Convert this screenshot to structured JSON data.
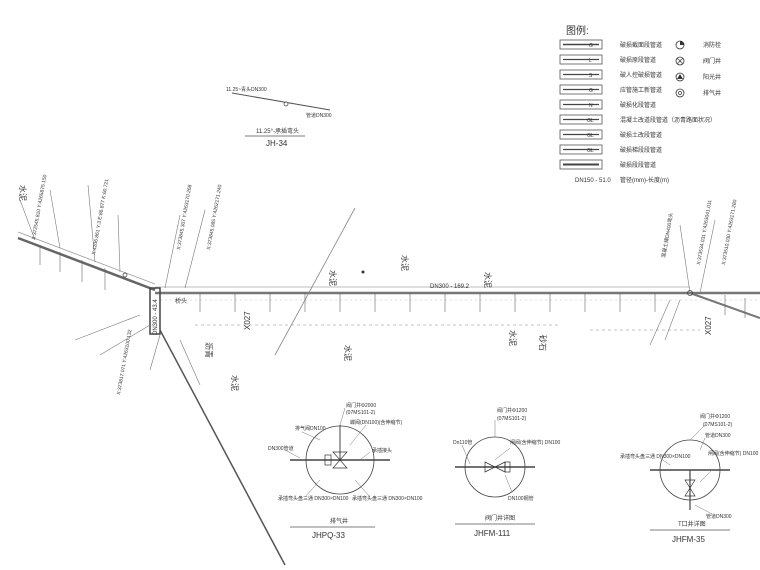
{
  "legend": {
    "title": "图例:",
    "items": [
      {
        "code": "G",
        "label": "破损截面段管道"
      },
      {
        "code": "L",
        "label": "破损原段管道"
      },
      {
        "code": "S",
        "label": "破人控破损管道"
      },
      {
        "code": "G",
        "label": "应管施工新管道"
      },
      {
        "code": "N",
        "label": "破损化段管道"
      },
      {
        "code": "GL",
        "label": "混凝土改道段管道（沥青路面状况）"
      },
      {
        "code": "GL",
        "label": "破损土改段管道"
      },
      {
        "code": "GL",
        "label": "破损梯段段管道"
      },
      {
        "code": "",
        "label": "破损段段管道"
      }
    ],
    "symbols": [
      {
        "icon": "hydrant-icon",
        "label": "消防栓"
      },
      {
        "icon": "valve-icon",
        "label": "阀门井"
      },
      {
        "icon": "meter-icon",
        "label": "阳光井"
      },
      {
        "icon": "air-valve-icon",
        "label": "排气井"
      }
    ],
    "note": "DN150 - 51.0",
    "note2": "管径(mm)-长度(m)"
  },
  "jh34": {
    "top_label": "11.25~青头DN300",
    "right_label": "管道DN300",
    "mid_label": "11.25°-承插弯头",
    "title": "JH-34"
  },
  "main_pipe": {
    "label": "DN300 - 169.2",
    "vertical_label": "DN300 - 43.4",
    "road_name": "X027",
    "road_name_right": "X027",
    "bridge_label": "桥头"
  },
  "side_labels": {
    "left_top": "X:372545.810 Y:4265875.150",
    "left_coords": "X:4206.861 Y:3 E:86.877 K:60.721",
    "mid_coords": "X:373845.307 Y:4263170.268",
    "mid_coords2": "X:373845.085 Y:4262171.240",
    "bottom_coords": "X:373817.071 Y:4263100.132",
    "right_coords": "X:373534.031 Y:4263041.011",
    "right_coords2": "X:373510.030 Y:4263171.280",
    "water": "水泥",
    "asphalt": "沥青",
    "stone": "砂石",
    "anno_right": "混凝土铺DN400弯头"
  },
  "details": [
    {
      "id": "JHPQ-33",
      "caption": "排气井",
      "labels": [
        "阀门井Φ2000",
        "(07MS101-2)",
        "排气阀DN100",
        "蝶阀(DN100)(含伸缩节)",
        "DN300管道",
        "承插接头",
        "承插弯头盘三通 DN300×DN100",
        "承插弯头盘三通 DN300×DN100"
      ]
    },
    {
      "id": "JHFM-111",
      "caption": "阀门井详图",
      "labels": [
        "阀门井Φ1200",
        "(07MS101-2)",
        "闸阀(含伸缩节) DN100",
        "Dn110管",
        "DN100钢管"
      ]
    },
    {
      "id": "JHFM-35",
      "caption": "T口井详图",
      "labels": [
        "阀门井Φ1200",
        "(07MS101-2)",
        "管道DN300",
        "闸阀(含伸缩节) DN100",
        "承插弯头盘三通 DN300×DN100",
        "管道DN300"
      ]
    }
  ]
}
